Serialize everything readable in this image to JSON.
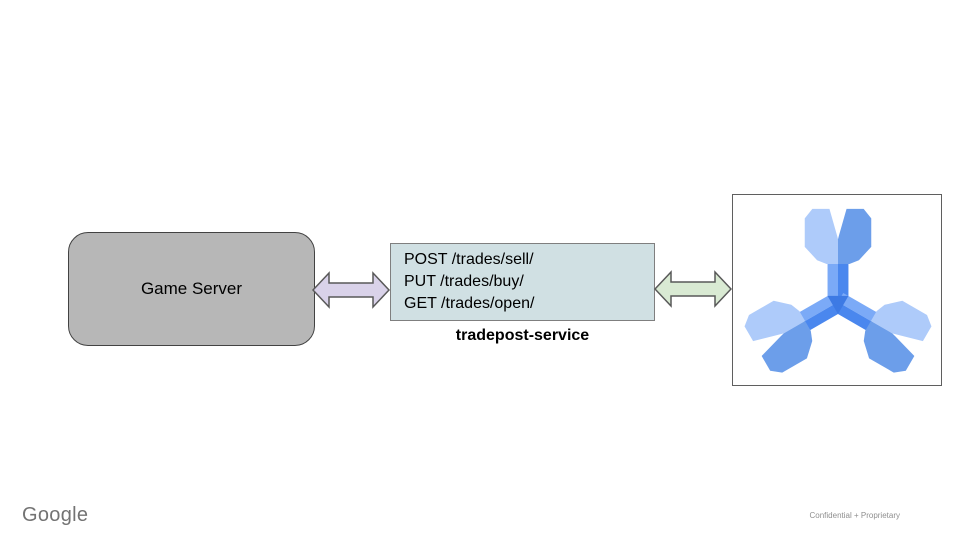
{
  "slide": {
    "footer_brand": "Google",
    "footer_note": "Confidential + Proprietary"
  },
  "diagram": {
    "game_server": {
      "label": "Game Server",
      "fill": "#b7b7b7"
    },
    "tradepost": {
      "endpoints": [
        "POST /trades/sell/",
        "PUT /trades/buy/",
        "GET /trades/open/"
      ],
      "caption": "tradepost-service",
      "fill": "#d0e0e3"
    },
    "arrows": {
      "left": {
        "name": "game-server-to-tradepost",
        "fill": "#d9d2e9"
      },
      "right": {
        "name": "tradepost-to-agones",
        "fill": "#d9ead3"
      }
    },
    "agones_logo": {
      "icon": "agones-tri-wrench-logo",
      "colors": {
        "head_light": "#aecbfa",
        "head_medium": "#6c9eea",
        "shaft_light": "#7baaf7",
        "shaft_dark": "#4a87ee",
        "hub": "#3d7ae4"
      }
    }
  }
}
